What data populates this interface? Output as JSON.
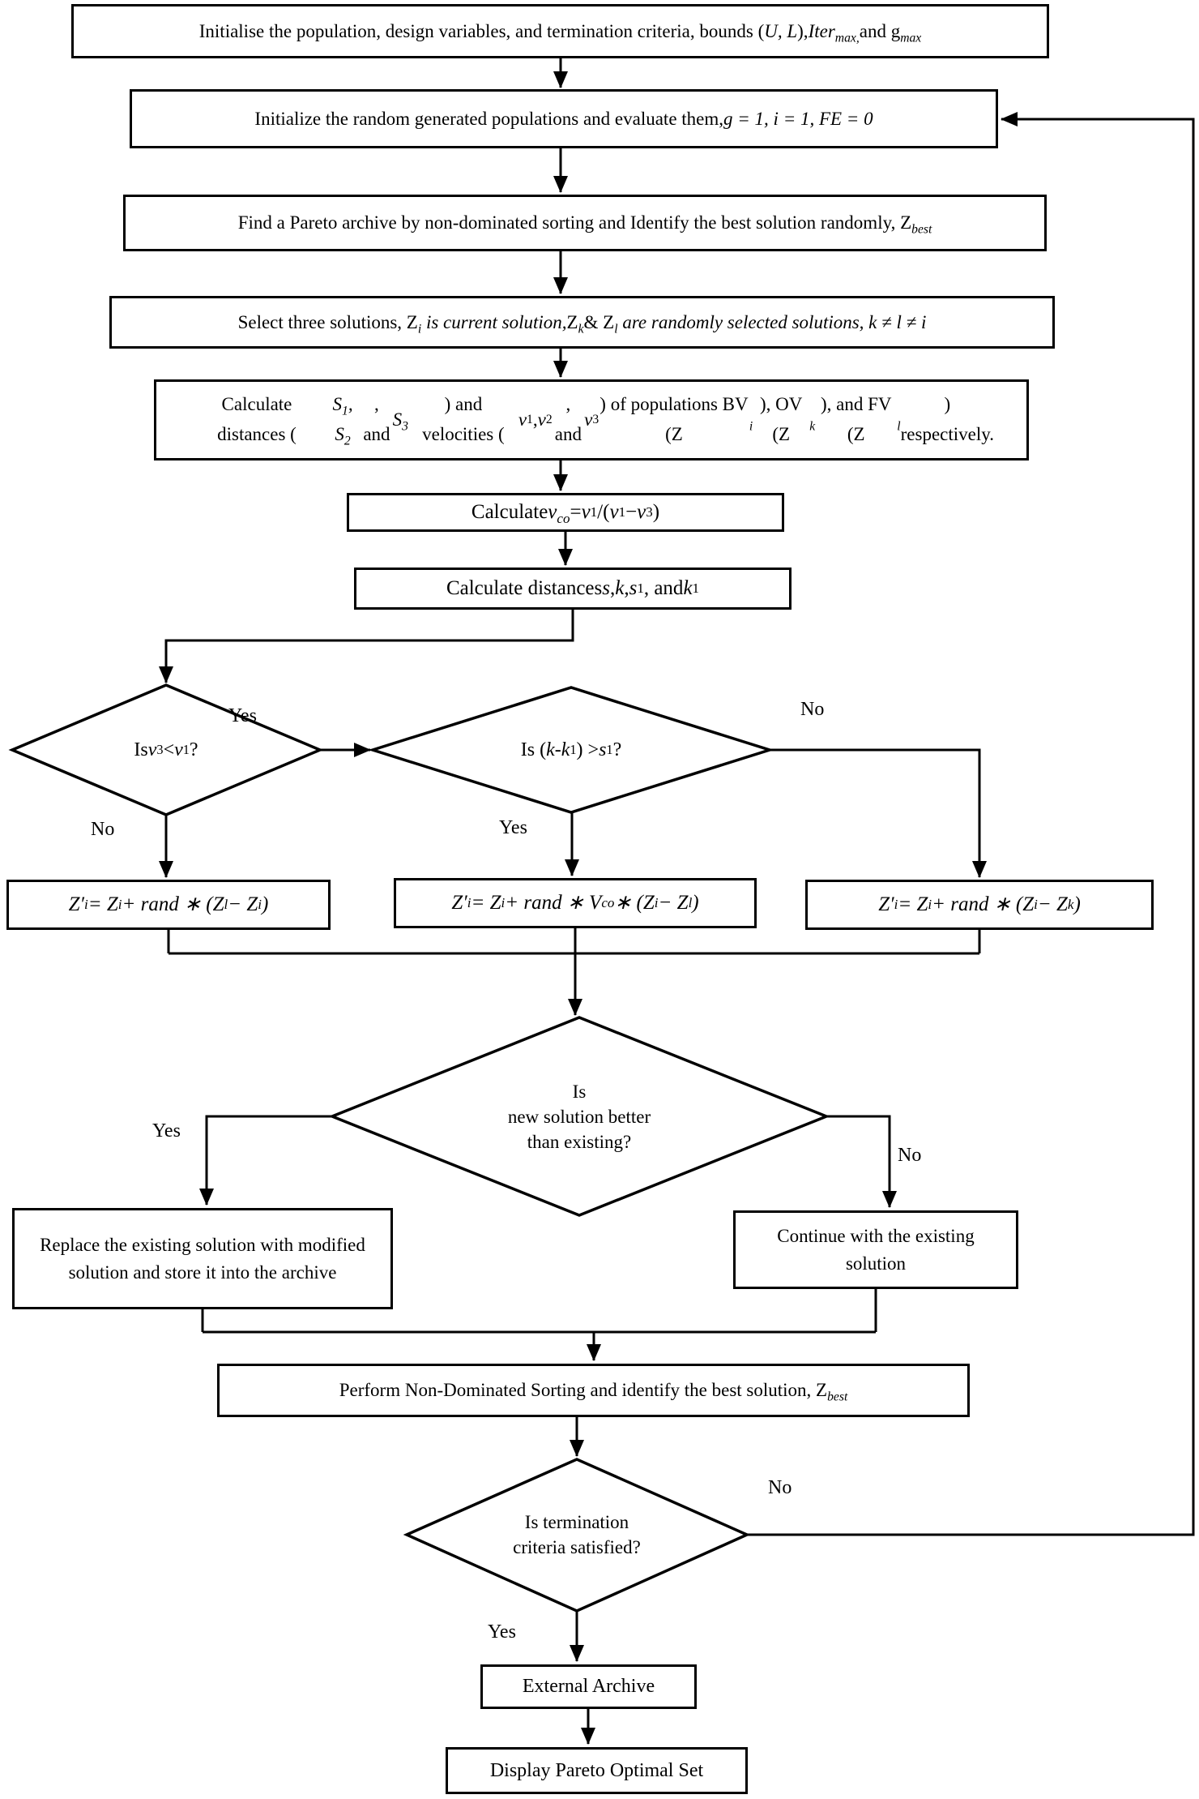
{
  "diagram": {
    "title": "Multi-objective optimization algorithm flowchart",
    "background_color": "#ffffff",
    "stroke_color": "#000000"
  },
  "nodes": {
    "init_population": {
      "label": "Initialise the population, design variables, and termination criteria, bounds (<i>U, L</i>), <i>Iter<sub>max,</sub></i> and g<i><sub>max</sub></i>"
    },
    "init_random": {
      "label": "Initialize the random generated populations and evaluate them, <i>g = 1, i = 1, FE = 0</i>"
    },
    "pareto_archive": {
      "label": "Find a Pareto archive by non-dominated sorting and Identify the best solution randomly, Z<i><sub>best</sub></i>"
    },
    "select_three": {
      "label": "Select three solutions, Z<i><sub>i</sub> is current solution,</i> Z<i><sub>k</sub></i> &amp; Z<i><sub>l</sub> are randomly selected solutions, k ≠ l ≠ i</i>"
    },
    "calc_dist_vel": {
      "label": "Calculate distances (<i>S<sub>1</sub>, S<sub>2</sub></i>, and <i>S<sub>3</sub></i>) and velocities (<i>v</i><sub>1</sub>, <i>v</i><sub>2</sub>, and <i>v</i><sub>3</sub>) of populations BV (Z<i><sub>i</sub></i>), OV (Z<i><sub>k</sub></i>), and FV (Z<i><sub>l</sub></i>) respectively."
    },
    "calc_vco": {
      "label": "Calculate <i>v<sub>co</sub></i> = <i>v</i><sub>1</sub>/(<i>v</i><sub>1</sub> − <i>v</i><sub>3</sub>)"
    },
    "calc_dist_sk": {
      "label": "Calculate distances <i>s</i>, <i>k</i>, <i>s</i><sub>1</sub>, and <i>k</i><sub>1</sub>"
    },
    "decision_v3_v1": {
      "label": "Is <i>v</i><sub>3</sub> &lt; <i>v</i><sub>1</sub>?"
    },
    "decision_kk1_s1": {
      "label": "Is (<i>k</i> -<i>k</i><sub>1</sub>) &gt;  <i>s</i><sub>1</sub>?"
    },
    "formula_left": {
      "label": "Z′<sub>i</sub> = Z<sub>i</sub> + rand ∗ (Z<sub>l</sub> − Z<sub>i</sub>)"
    },
    "formula_mid": {
      "label": "Z′<sub>i</sub> = Z<sub>i</sub> + rand ∗ V<sub>co</sub> ∗ (Z<sub>i</sub> − Z<sub>l</sub>)"
    },
    "formula_right": {
      "label": "Z′<sub>i</sub> = Z<sub>i</sub> + rand ∗ (Z<sub>i</sub> − Z<sub>k</sub>)"
    },
    "decision_better": {
      "label": "Is<br>new solution better<br>than existing?"
    },
    "replace_solution": {
      "label": "Replace the existing solution with modified solution and store it into the archive"
    },
    "continue_solution": {
      "label": "Continue with the existing solution"
    },
    "non_dominated_sorting": {
      "label": "Perform Non-Dominated Sorting and identify the best solution, Z<i><sub>best</sub></i>"
    },
    "decision_termination": {
      "label": "Is termination<br>criteria satisfied?"
    },
    "external_archive": {
      "label": "External Archive"
    },
    "display_pareto": {
      "label": "Display Pareto Optimal Set"
    }
  },
  "edge_labels": {
    "v3v1_yes": "Yes",
    "v3v1_no": "No",
    "kk1_yes": "Yes",
    "kk1_no": "No",
    "better_yes": "Yes",
    "better_no": "No",
    "termination_yes": "Yes",
    "termination_no": "No"
  }
}
